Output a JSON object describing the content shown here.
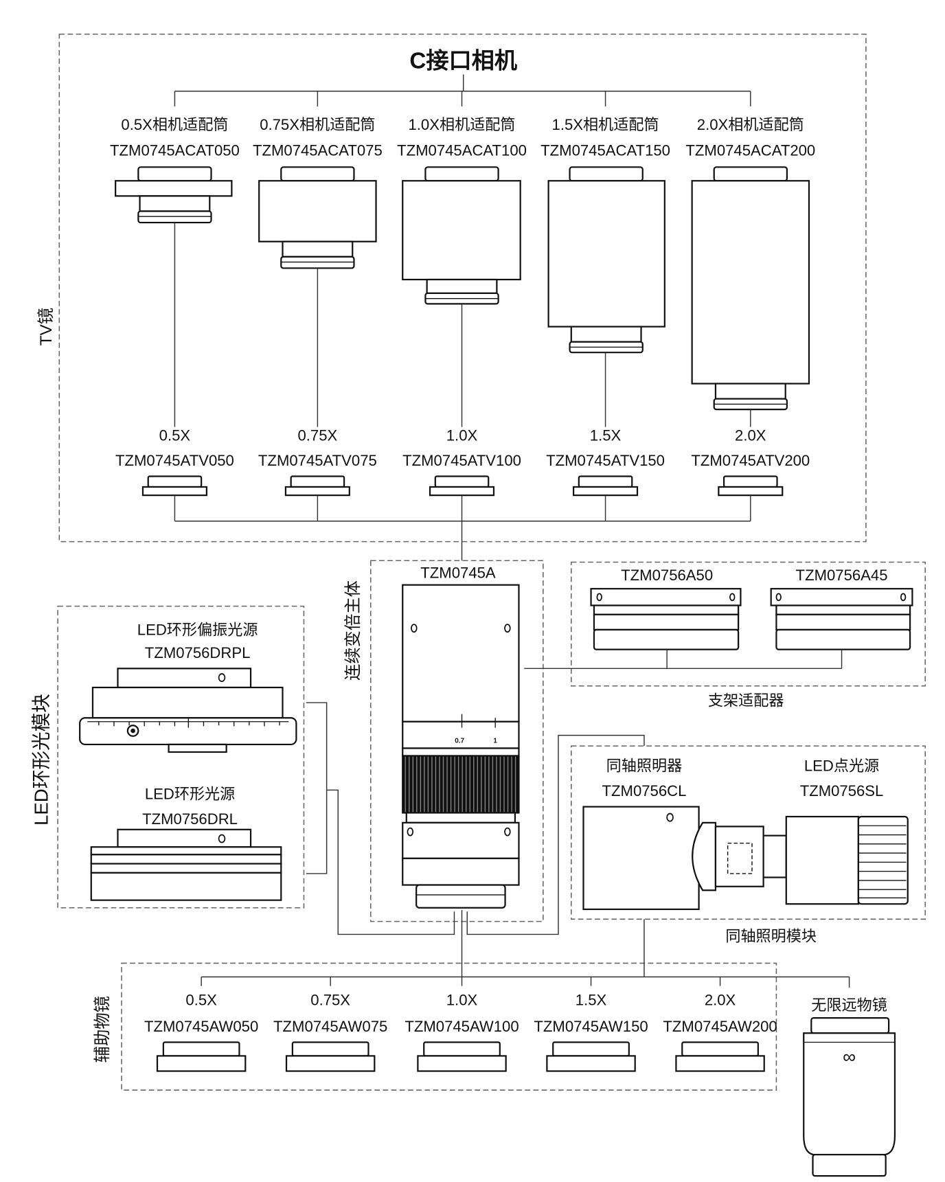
{
  "title": "C接口相机",
  "group_labels": {
    "tv": "TV镜",
    "zoom": "连续变倍主体",
    "led": "LED环形光模块",
    "aux": "辅助物镜",
    "stand": "支架适配器",
    "coax": "同轴照明模块"
  },
  "camera_adapters": [
    {
      "name": "0.5X相机适配筒",
      "code": "TZM0745ACAT050"
    },
    {
      "name": "0.75X相机适配筒",
      "code": "TZM0745ACAT075"
    },
    {
      "name": "1.0X相机适配筒",
      "code": "TZM0745ACAT100"
    },
    {
      "name": "1.5X相机适配筒",
      "code": "TZM0745ACAT150"
    },
    {
      "name": "2.0X相机适配筒",
      "code": "TZM0745ACAT200"
    }
  ],
  "tv_lenses": [
    {
      "mag": "0.5X",
      "code": "TZM0745ATV050"
    },
    {
      "mag": "0.75X",
      "code": "TZM0745ATV075"
    },
    {
      "mag": "1.0X",
      "code": "TZM0745ATV100"
    },
    {
      "mag": "1.5X",
      "code": "TZM0745ATV150"
    },
    {
      "mag": "2.0X",
      "code": "TZM0745ATV200"
    }
  ],
  "zoom_body": {
    "code": "TZM0745A",
    "scale": [
      "0.7",
      "1"
    ]
  },
  "stand_adapters": [
    "TZM0756A50",
    "TZM0756A45"
  ],
  "led_ring": [
    {
      "name": "LED环形偏振光源",
      "code": "TZM0756DRPL"
    },
    {
      "name": "LED环形光源",
      "code": "TZM0756DRL"
    }
  ],
  "coax": [
    {
      "name": "同轴照明器",
      "code": "TZM0756CL"
    },
    {
      "name": "LED点光源",
      "code": "TZM0756SL"
    }
  ],
  "aux_objectives": [
    {
      "mag": "0.5X",
      "code": "TZM0745AW050"
    },
    {
      "mag": "0.75X",
      "code": "TZM0745AW075"
    },
    {
      "mag": "1.0X",
      "code": "TZM0745AW100"
    },
    {
      "mag": "1.5X",
      "code": "TZM0745AW150"
    },
    {
      "mag": "2.0X",
      "code": "TZM0745AW200"
    }
  ],
  "infinity_objective": {
    "name": "无限远物镜",
    "symbol": "∞"
  }
}
